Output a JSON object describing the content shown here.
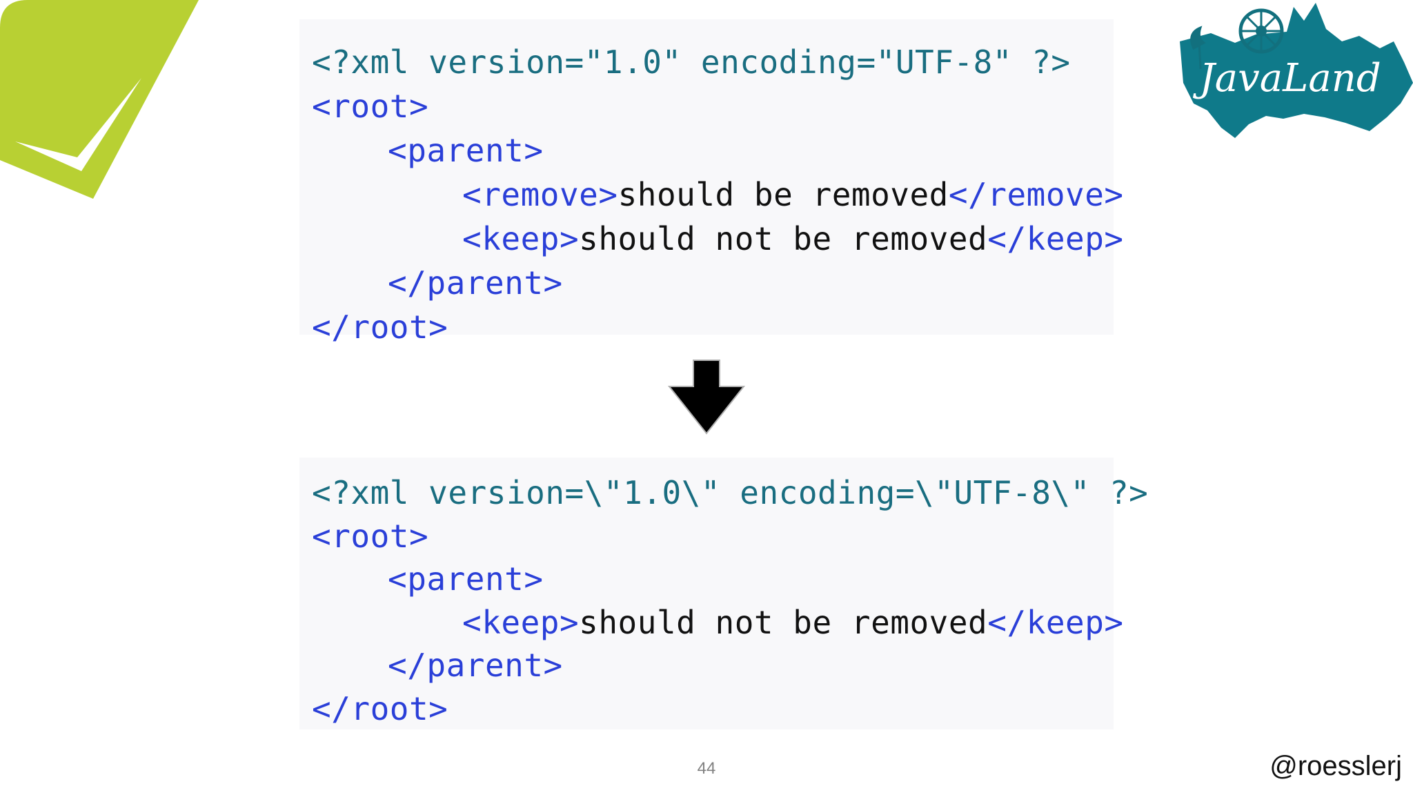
{
  "slide": {
    "page_number": "44",
    "handle": "@roesslerj",
    "logo_text": "JavaLand",
    "colors": {
      "declaration": "#196d80",
      "tag": "#2a3fd8",
      "text": "#111111",
      "code_background": "#f8f8fa",
      "corner_logo": "#b8d033",
      "javaland_logo": "#0f7a8a"
    }
  },
  "before_code": {
    "declaration": "<?xml version=\"1.0\" encoding=\"UTF-8\" ?>",
    "root_open": "<root>",
    "parent_open": "<parent>",
    "remove_open": "<remove>",
    "remove_text": "should be removed",
    "remove_close": "</remove>",
    "keep_open": "<keep>",
    "keep_text": "should not be removed",
    "keep_close": "</keep>",
    "parent_close": "</parent>",
    "root_close": "</root>"
  },
  "after_code": {
    "declaration": "<?xml version=\\\"1.0\\\" encoding=\\\"UTF-8\\\" ?>",
    "root_open": "<root>",
    "parent_open": "<parent>",
    "keep_open": "<keep>",
    "keep_text": "should not be removed",
    "keep_close": "</keep>",
    "parent_close": "</parent>",
    "root_close": "</root>"
  },
  "icons": {
    "corner_logo": "green-check-icon",
    "javaland_logo": "javaland-logo-icon",
    "arrow": "arrow-down-icon"
  }
}
